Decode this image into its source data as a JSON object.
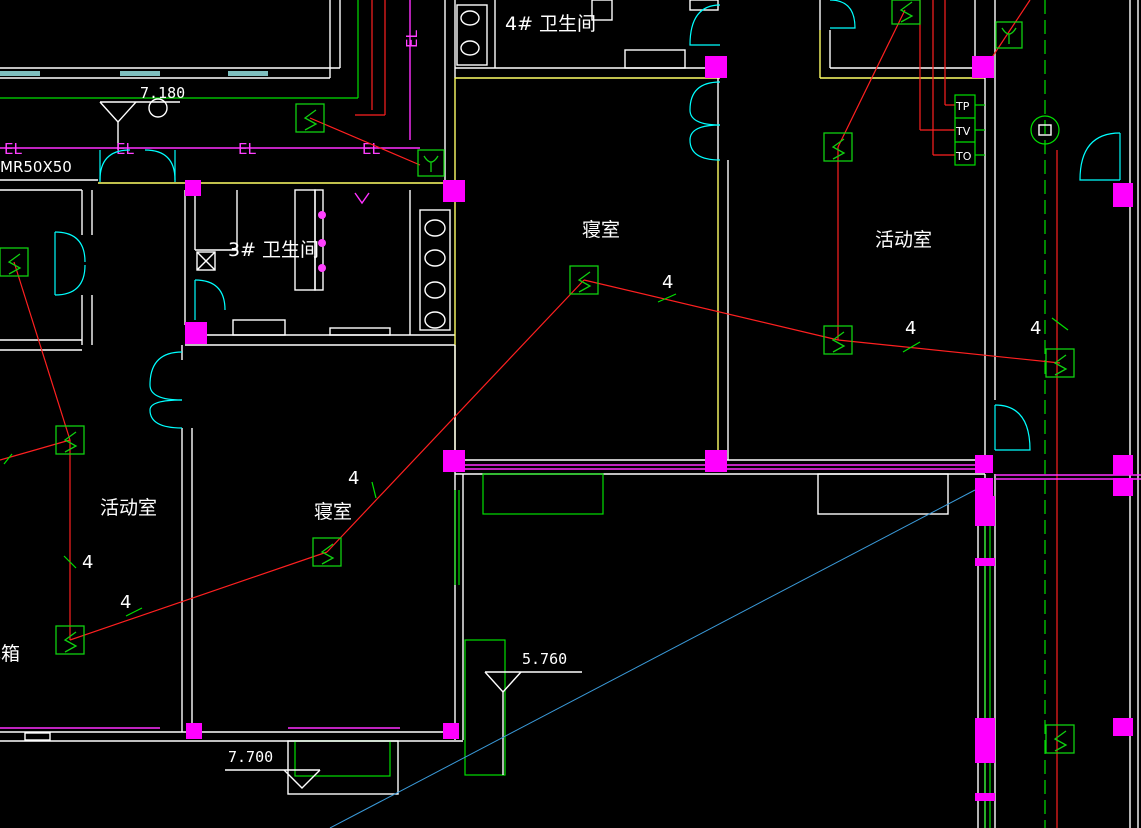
{
  "rooms": {
    "toilet_4": "4# 卫生间",
    "toilet_3": "3# 卫生间",
    "bedroom_right": "寝室",
    "bedroom_left": "寝室",
    "activity_right": "活动室",
    "activity_left": "活动室",
    "box_partial": "己箱"
  },
  "elevations": {
    "top_left": "7.180",
    "mid": "5.760",
    "bottom": "7.700"
  },
  "labels": {
    "el": "EL",
    "duct": "MR50X50",
    "tp": "TP",
    "tv": "TV",
    "to": "TO",
    "wire_count": "4"
  },
  "colors": {
    "background": "#000000",
    "walls": "#ffffff",
    "doors": "#00ffff",
    "columns": "#ff00ff",
    "wiring": "#ff2020",
    "switches": "#10d010",
    "lines_green": "#00e000"
  }
}
